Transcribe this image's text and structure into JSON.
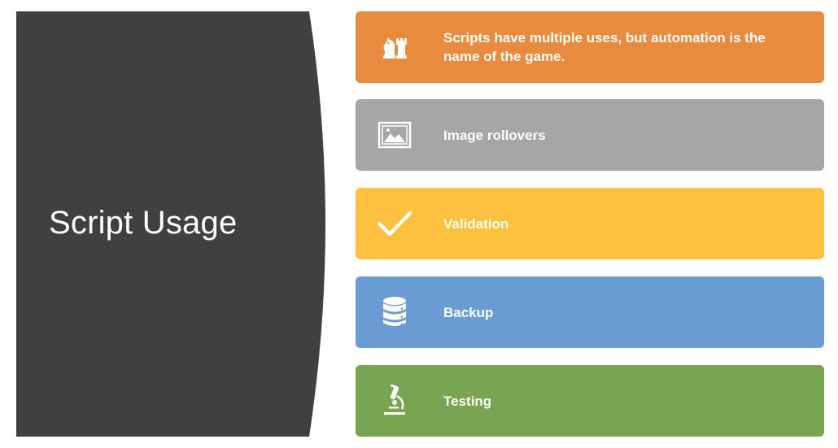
{
  "slide": {
    "title": "Script Usage",
    "panel_color": "#404040"
  },
  "items": [
    {
      "icon": "chess-pieces-icon",
      "label": "Scripts have multiple uses, but automation is the name of the game.",
      "color": "#E98B3E"
    },
    {
      "icon": "image-icon",
      "label": "Image rollovers",
      "color": "#A6A6A6"
    },
    {
      "icon": "checkmark-icon",
      "label": "Validation",
      "color": "#FDC13F"
    },
    {
      "icon": "database-icon",
      "label": "Backup",
      "color": "#6A9BD3"
    },
    {
      "icon": "microscope-icon",
      "label": "Testing",
      "color": "#79A451"
    }
  ]
}
